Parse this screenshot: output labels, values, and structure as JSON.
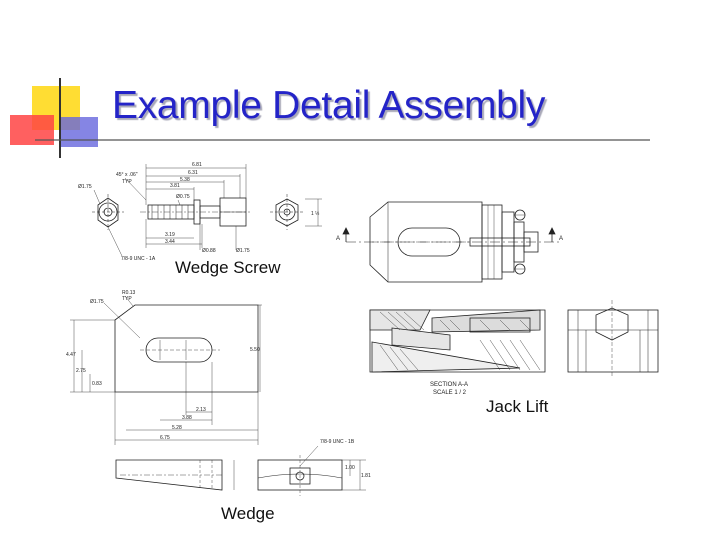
{
  "slide": {
    "title": "Example Detail Assembly",
    "captions": {
      "wedge_screw": "Wedge Screw",
      "jack_lift": "Jack Lift",
      "wedge": "Wedge",
      "section": "SECTION  A-A",
      "scale": "SCALE 1 / 2"
    }
  },
  "wedge_screw": {
    "dims": {
      "d681": "6.81",
      "d631": "6.31",
      "d538": "5.38",
      "d381": "3.81",
      "chamfer": "45° x .06\"",
      "typ": "TYP",
      "dia175_top": "Ø1.75",
      "dia075": "Ø0.75",
      "d319": "3.19",
      "d344": "3.44",
      "dia088": "Ø0.88",
      "dia175_bot": "Ø1.75",
      "thread": "7/8-9 UNC - 1A",
      "side": "1 ½"
    }
  },
  "jack_lift": {
    "section_label": "A"
  },
  "wedge_top": {
    "dims": {
      "radius": "R0.13",
      "typ": "TYP",
      "dia175": "Ø1.75",
      "h447": "4.47",
      "h275": "2.75",
      "h083": "0.83",
      "h550": "5.50",
      "w213": "2.13",
      "w388": "3.88",
      "w528": "5.28",
      "w675": "6.75"
    }
  },
  "wedge_views": {
    "dims": {
      "thread": "7/8-9 UNC - 1B",
      "h100": "1.00",
      "h181": "1.81"
    }
  }
}
